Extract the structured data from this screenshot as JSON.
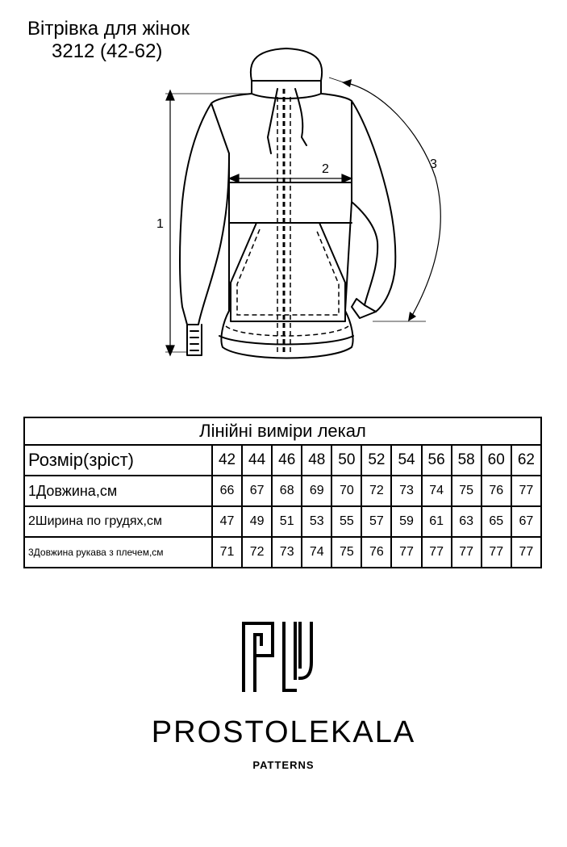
{
  "header": {
    "title_line1": "Вітрівка для жінок",
    "title_line2": "3212 (42-62)"
  },
  "sketch": {
    "label_1": "1",
    "label_2": "2",
    "label_3": "3"
  },
  "table": {
    "caption": "Лінійні виміри лекал",
    "size_label": "Розмір(зріст)",
    "sizes": [
      "42",
      "44",
      "46",
      "48",
      "50",
      "52",
      "54",
      "56",
      "58",
      "60",
      "62"
    ],
    "rows": [
      {
        "label": "1Довжина,см",
        "values": [
          "66",
          "67",
          "68",
          "69",
          "70",
          "72",
          "73",
          "74",
          "75",
          "76",
          "77"
        ]
      },
      {
        "label": "2Ширина по грудях,см",
        "values": [
          "47",
          "49",
          "51",
          "53",
          "55",
          "57",
          "59",
          "61",
          "63",
          "65",
          "67"
        ]
      },
      {
        "label": "3Довжина рукава з плечем,см",
        "values": [
          "71",
          "72",
          "73",
          "74",
          "75",
          "76",
          "77",
          "77",
          "77",
          "77",
          "77"
        ]
      }
    ]
  },
  "brand": {
    "name": "PROSTOLEKALA",
    "tagline": "PATTERNS"
  }
}
